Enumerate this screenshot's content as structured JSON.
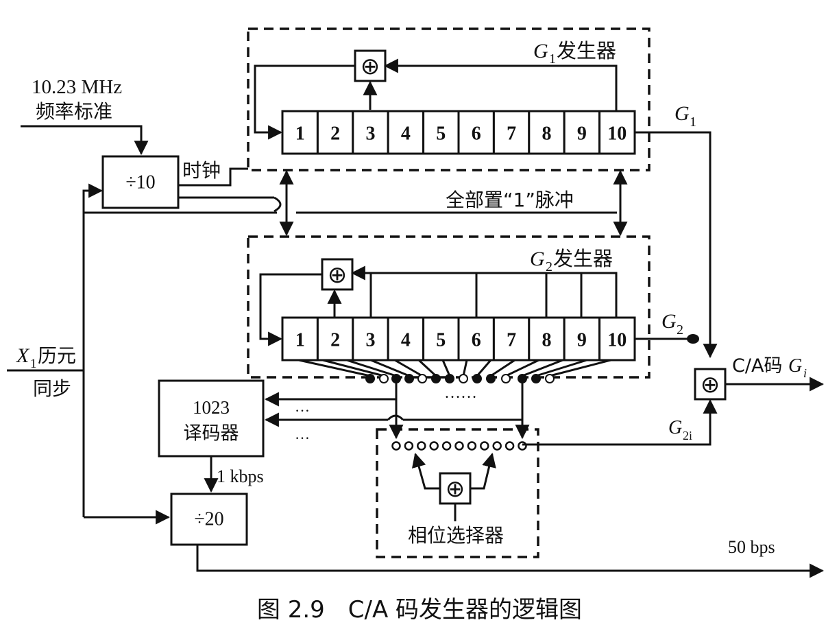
{
  "g1": {
    "title_main": "G",
    "title_sub": "1",
    "title_cn": "发生器",
    "cells": [
      "1",
      "2",
      "3",
      "4",
      "5",
      "6",
      "7",
      "8",
      "9",
      "10"
    ],
    "output_main": "G",
    "output_sub": "1"
  },
  "g2": {
    "title_main": "G",
    "title_sub": "2",
    "title_cn": "发生器",
    "cells": [
      "1",
      "2",
      "3",
      "4",
      "5",
      "6",
      "7",
      "8",
      "9",
      "10"
    ],
    "output_main": "G",
    "output_sub": "2"
  },
  "xor_symbol": "⊕",
  "clock_source": {
    "line1": "10.23 MHz",
    "line2": "频率标准"
  },
  "div10": {
    "label": "÷10"
  },
  "clock_label": "时钟",
  "set_all_ones": "全部置“1”脉冲",
  "x1_sync": {
    "x": "X",
    "sub": "1",
    "cn": "历元",
    "line2": "同步"
  },
  "decoder": {
    "line1": "1023",
    "line2": "译码器"
  },
  "ellipsis": "…",
  "dots_row": "……",
  "rate_1k": "1 kbps",
  "div20": {
    "label": "÷20"
  },
  "phase_selector": "相位选择器",
  "g2i": {
    "main": "G",
    "sub": "2i"
  },
  "ca_output": {
    "prefix": "C/A码",
    "main": "G",
    "sub": "i"
  },
  "rate_50": "50 bps",
  "caption": "图 2.9　C/A 码发生器的逻辑图"
}
